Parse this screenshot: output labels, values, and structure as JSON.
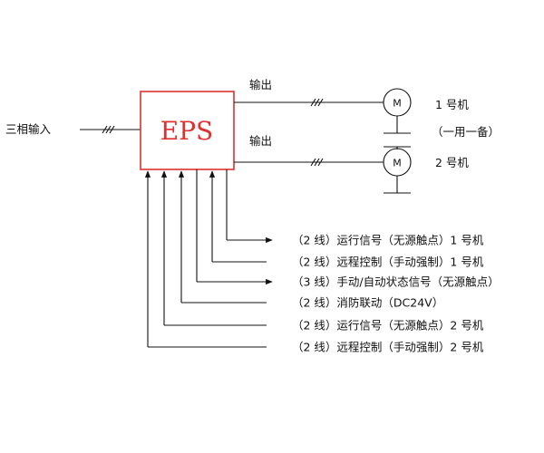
{
  "colors": {
    "eps_accent": "#e03030",
    "line": "#111111"
  },
  "eps": {
    "label": "EPS"
  },
  "input": {
    "label": "三相输入"
  },
  "outputs": [
    {
      "label": "输出"
    },
    {
      "label": "输出"
    }
  ],
  "motors": [
    {
      "symbol": "M",
      "label": "1 号机"
    },
    {
      "symbol": "M",
      "label": "2 号机"
    }
  ],
  "standby_note": "（一用一备）",
  "signals": [
    {
      "text": "（2 线）运行信号（无源触点）1 号机",
      "direction": "out"
    },
    {
      "text": "（2 线）远程控制（手动强制）1 号机",
      "direction": "in"
    },
    {
      "text": "（3 线）手动/自动状态信号（无源触点）",
      "direction": "out"
    },
    {
      "text": "（2 线）消防联动（DC24V）",
      "direction": "in"
    },
    {
      "text": "（2 线）运行信号（无源触点）2 号机",
      "direction": "in"
    },
    {
      "text": "（2 线）远程控制（手动强制）2 号机",
      "direction": "in"
    }
  ]
}
